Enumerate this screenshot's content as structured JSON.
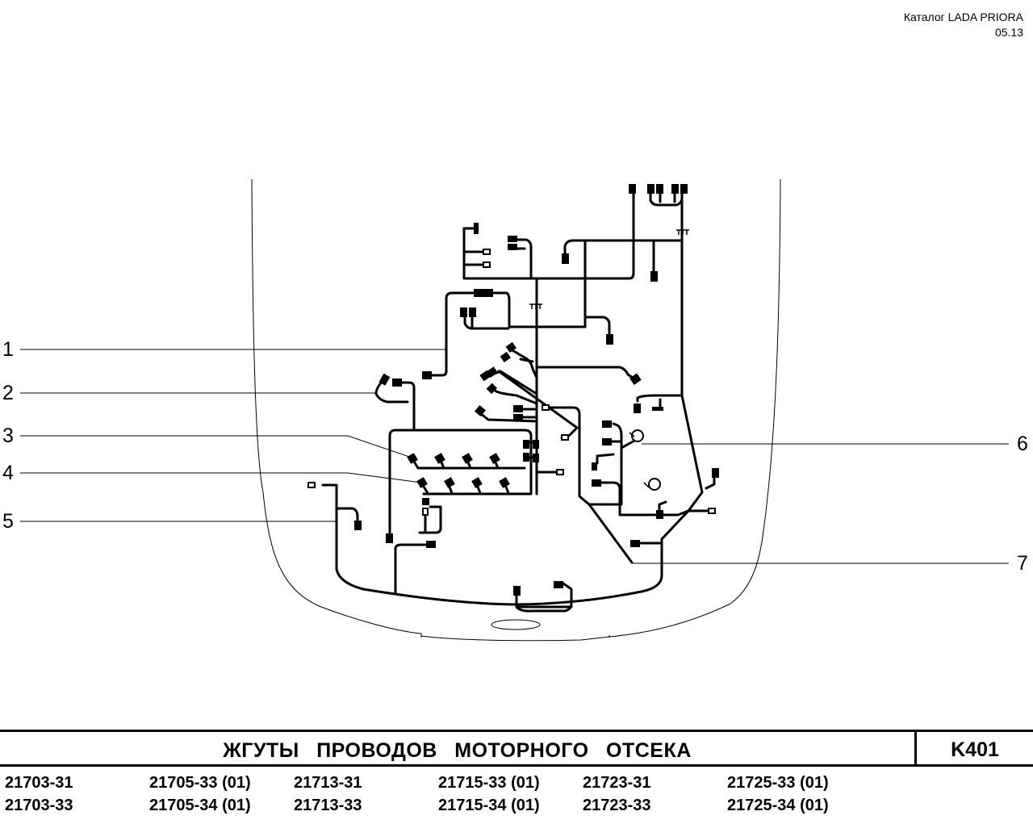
{
  "header": {
    "catalog": "Каталог  LADA  PRIORA",
    "date": "05.13"
  },
  "callouts": [
    {
      "label": "1"
    },
    {
      "label": "2"
    },
    {
      "label": "3"
    },
    {
      "label": "4"
    },
    {
      "label": "5"
    },
    {
      "label": "6"
    },
    {
      "label": "7"
    }
  ],
  "title": "ЖГУТЫ   ПРОВОДОВ   МОТОРНОГО   ОТСЕКА",
  "code": "K401",
  "models": [
    [
      "21703-31",
      "21703-33"
    ],
    [
      "21705-33 (01)",
      "21705-34 (01)"
    ],
    [
      "21713-31",
      "21713-33"
    ],
    [
      "21715-33 (01)",
      "21715-34 (01)"
    ],
    [
      "21723-31",
      "21723-33"
    ],
    [
      "21725-33 (01)",
      "21725-34 (01)"
    ]
  ]
}
